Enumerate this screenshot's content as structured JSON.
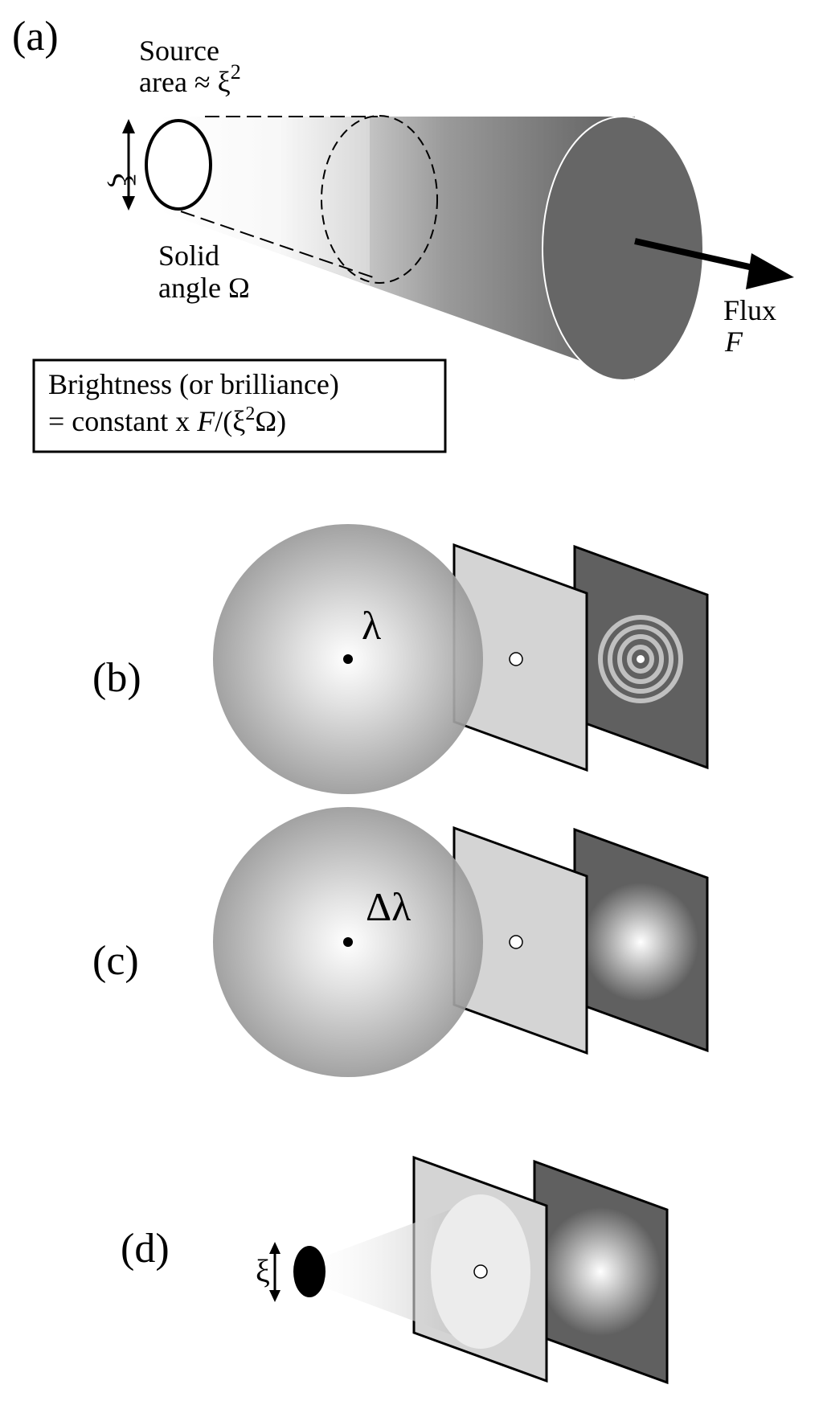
{
  "panels": {
    "a": {
      "label": "(a)",
      "source_line1": "Source",
      "source_line2": "area ≈ ξ",
      "source_sup": "2",
      "xi_label": "ξ",
      "solid_line1": "Solid",
      "solid_line2": "angle Ω",
      "flux_line1": "Flux",
      "flux_line2": "F",
      "box_line1": "Brightness (or brilliance)",
      "box_line2_pre": "= constant x ",
      "box_line2_F": "F",
      "box_line2_mid": "/(ξ",
      "box_line2_sup": "2",
      "box_line2_post": "Ω)"
    },
    "b": {
      "label": "(b)",
      "symbol": "λ"
    },
    "c": {
      "label": "(c)",
      "symbol": "Δλ"
    },
    "d": {
      "label": "(d)",
      "xi_label": "ξ"
    }
  },
  "colors": {
    "ink": "#000000",
    "dark_screen": "#606060",
    "light_screen": "#d4d4d4",
    "sphere_center": "#ffffff",
    "sphere_edge": "#9a9a9a",
    "beam_dark": "#666666"
  }
}
